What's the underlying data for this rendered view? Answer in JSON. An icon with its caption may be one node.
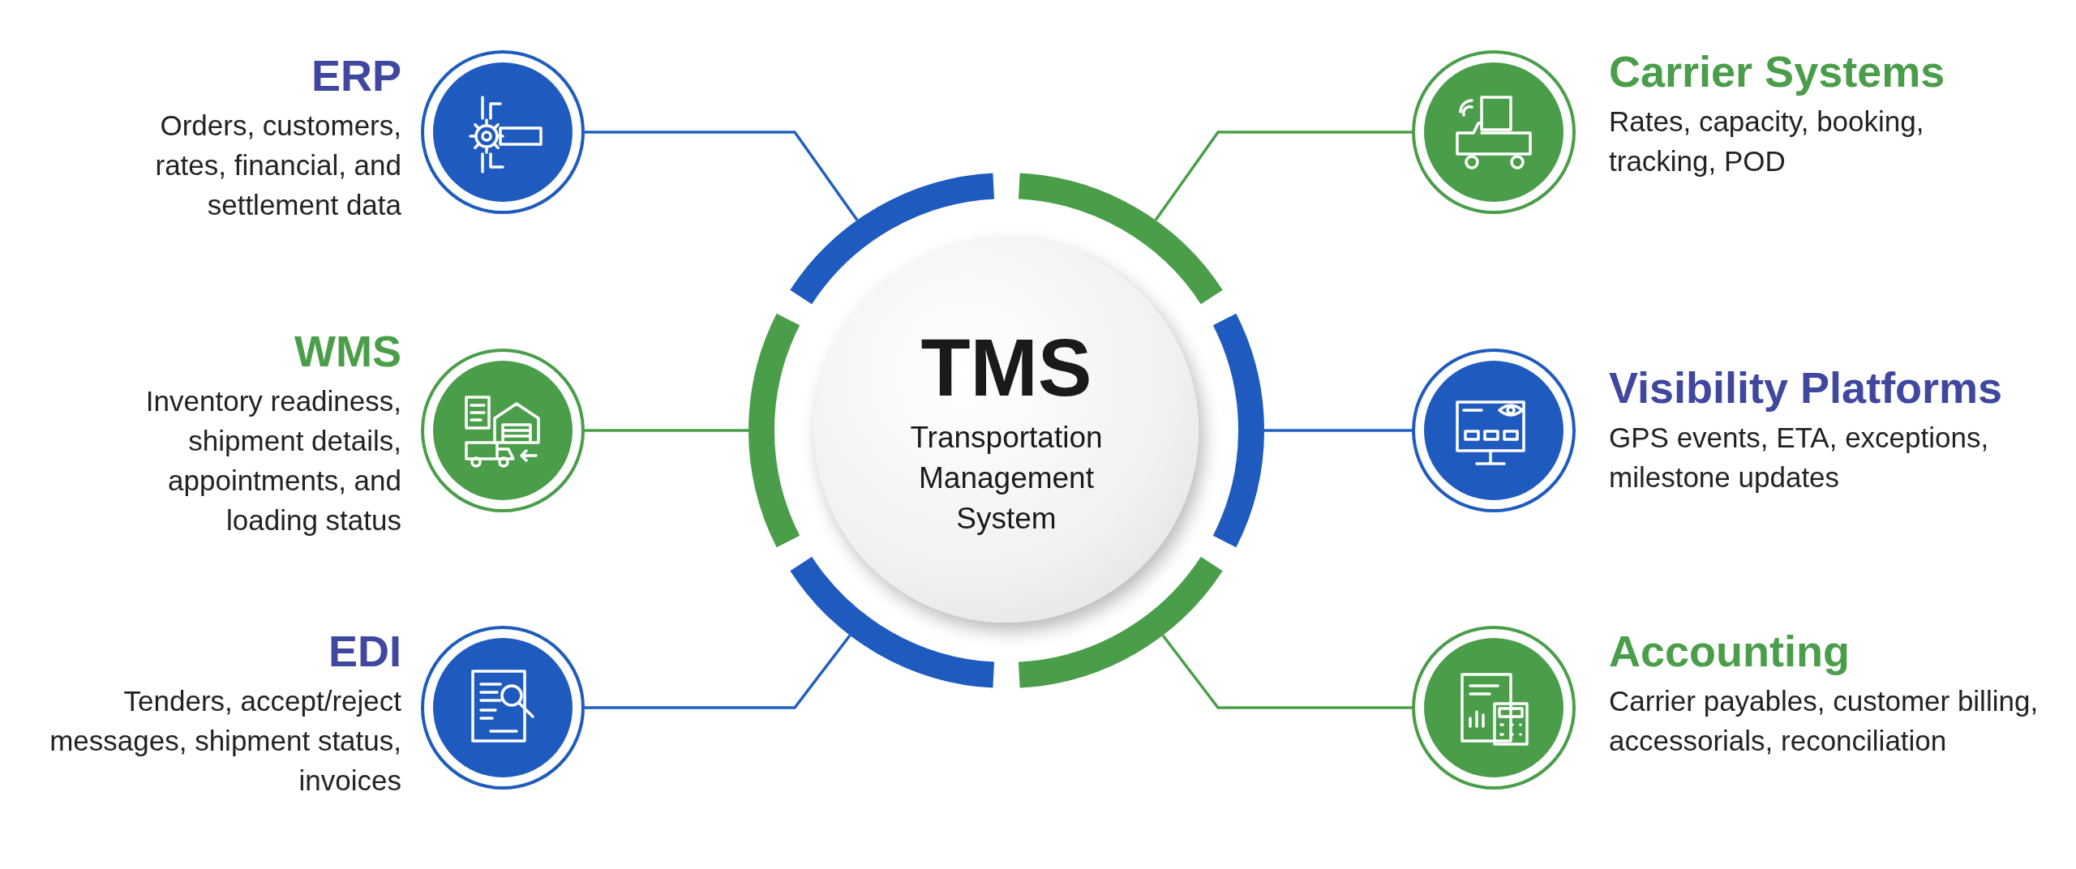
{
  "diagram": {
    "nodes": [
      {
        "text": [
          "TMS",
          "Transportation Management System"
        ]
      },
      {
        "text": [],
        "shape": "circle",
        "beside": [
          "ERP",
          "Orders, customers, rates, financial, and settlement data"
        ]
      },
      {
        "text": [],
        "shape": "circle",
        "beside": [
          "WMS",
          "Inventory readiness, shipment details, appointments, and loading status"
        ]
      },
      {
        "text": [],
        "shape": "circle",
        "beside": [
          "EDI",
          "Tenders, accept/reject messages, shipment status, invoices"
        ]
      },
      {
        "text": [],
        "shape": "circle",
        "beside": [
          "Carrier Systems",
          "Rates, capacity, booking, tracking, POD"
        ]
      },
      {
        "text": [],
        "shape": "circle",
        "beside": [
          "Visibility Platforms",
          "GPS events, ETA, exceptions, milestone updates"
        ]
      },
      {
        "text": [],
        "shape": "circle",
        "beside": [
          "Accounting",
          "Carrier payables, customer billing, accessorials, reconciliation"
        ]
      }
    ],
    "edges": [
      {
        "from": 0,
        "to": 1,
        "arrow": "none",
        "color": "#1f5fbf"
      },
      {
        "from": 0,
        "to": 2,
        "arrow": "none",
        "color": "#4a9e4a"
      },
      {
        "from": 0,
        "to": 3,
        "arrow": "none",
        "color": "#1f5fbf"
      },
      {
        "from": 0,
        "to": 4,
        "arrow": "none",
        "color": "#4a9e4a"
      },
      {
        "from": 0,
        "to": 5,
        "arrow": "none",
        "color": "#1f5fbf"
      },
      {
        "from": 0,
        "to": 6,
        "arrow": "none",
        "color": "#4a9e4a"
      }
    ]
  }
}
